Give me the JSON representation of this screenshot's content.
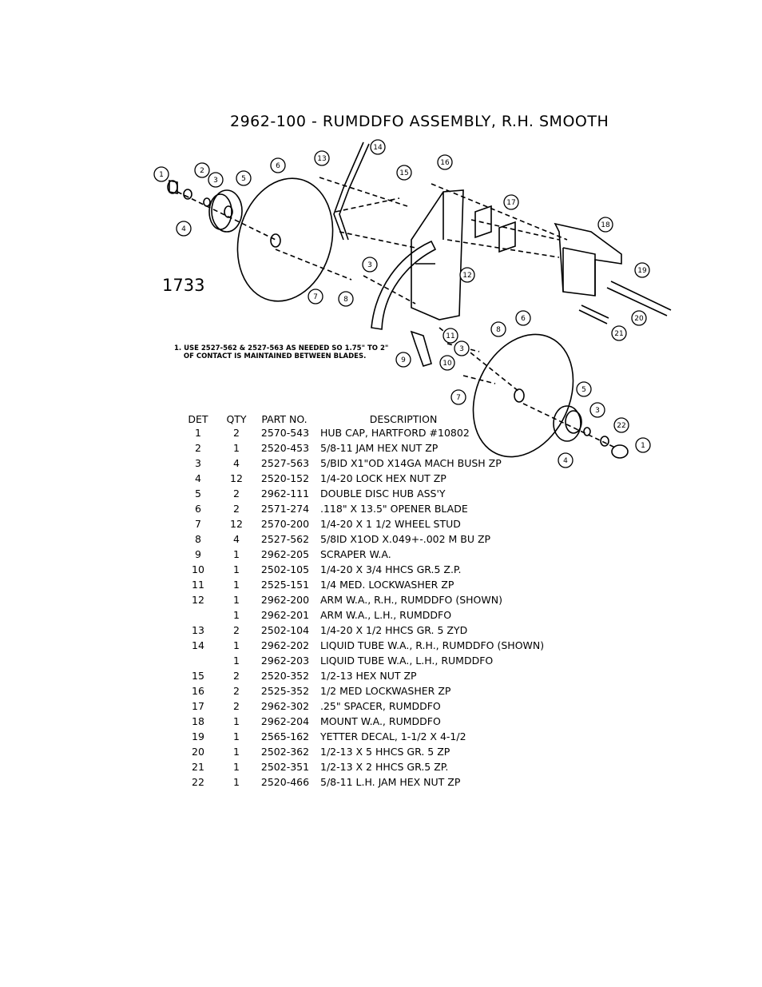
{
  "title": "2962-100 - RUMDDFO ASSEMBLY, R.H. SMOOTH",
  "page_number": "1733",
  "note": "1. USE 2527-562 & 2527-563 AS NEEDED SO 1.75\" TO 2\"\n    OF CONTACT IS MAINTAINED BETWEEN BLADES.",
  "callouts": [
    "1",
    "2",
    "3",
    "4",
    "5",
    "6",
    "7",
    "8",
    "3",
    "12",
    "13",
    "14",
    "15",
    "16",
    "17",
    "18",
    "19",
    "20",
    "21",
    "6",
    "11",
    "8",
    "3",
    "9",
    "10",
    "7",
    "5",
    "3",
    "22",
    "1",
    "4"
  ],
  "table": {
    "headers": [
      "DET",
      "QTY",
      "PART NO.",
      "DESCRIPTION"
    ],
    "rows": [
      [
        "1",
        "2",
        "2570-543",
        "HUB CAP, HARTFORD #10802"
      ],
      [
        "2",
        "1",
        "2520-453",
        "5/8-11 JAM HEX NUT  ZP"
      ],
      [
        "3",
        "4",
        "2527-563",
        "5/BID X1\"OD X14GA MACH BUSH ZP"
      ],
      [
        "4",
        "12",
        "2520-152",
        "1/4-20 LOCK HEX NUT ZP"
      ],
      [
        "5",
        "2",
        "2962-111",
        "DOUBLE DISC HUB ASS'Y"
      ],
      [
        "6",
        "2",
        "2571-274",
        ".118\" X 13.5\" OPENER BLADE"
      ],
      [
        "7",
        "12",
        "2570-200",
        "1/4-20 X 1 1/2 WHEEL STUD"
      ],
      [
        "8",
        "4",
        "2527-562",
        "5/8ID X1OD X.049+-.002 M BU ZP"
      ],
      [
        "9",
        "1",
        "2962-205",
        "SCRAPER W.A."
      ],
      [
        "10",
        "1",
        "2502-105",
        "1/4-20 X 3/4 HHCS GR.5 Z.P."
      ],
      [
        "11",
        "1",
        "2525-151",
        "1/4 MED. LOCKWASHER  ZP"
      ],
      [
        "12",
        "1",
        "2962-200",
        "ARM W.A., R.H., RUMDDFO (SHOWN)"
      ],
      [
        "",
        "1",
        "2962-201",
        "ARM W.A., L.H., RUMDDFO"
      ],
      [
        "13",
        "2",
        "2502-104",
        "1/4-20 X 1/2 HHCS GR. 5 ZYD"
      ],
      [
        "14",
        "1",
        "2962-202",
        "LIQUID TUBE W.A., R.H., RUMDDFO (SHOWN)"
      ],
      [
        "",
        "1",
        "2962-203",
        "LIQUID TUBE W.A., L.H., RUMDDFO"
      ],
      [
        "15",
        "2",
        "2520-352",
        "1/2-13 HEX NUT ZP"
      ],
      [
        "16",
        "2",
        "2525-352",
        "1/2 MED LOCKWASHER ZP"
      ],
      [
        "17",
        "2",
        "2962-302",
        ".25\" SPACER, RUMDDFO"
      ],
      [
        "18",
        "1",
        "2962-204",
        "MOUNT W.A., RUMDDFO"
      ],
      [
        "19",
        "1",
        "2565-162",
        "YETTER DECAL, 1-1/2 X 4-1/2"
      ],
      [
        "20",
        "1",
        "2502-362",
        "1/2-13 X 5 HHCS GR. 5 ZP"
      ],
      [
        "21",
        "1",
        "2502-351",
        "1/2-13 X 2 HHCS GR.5 ZP."
      ],
      [
        "22",
        "1",
        "2520-466",
        "5/8-11 L.H. JAM HEX NUT  ZP"
      ]
    ]
  }
}
